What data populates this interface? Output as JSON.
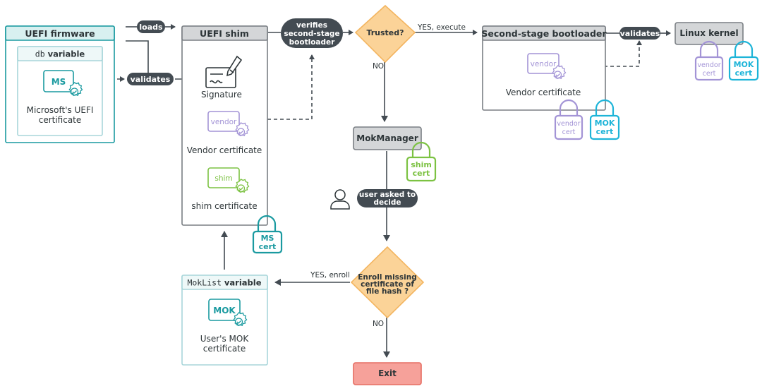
{
  "uefi_firmware": {
    "title": "UEFI firmware"
  },
  "db_box": {
    "var_name": "db",
    "var_suffix": "variable",
    "badge": "MS",
    "caption_line1": "Microsoft's UEFI",
    "caption_line2": "certificate"
  },
  "pills": {
    "loads": "loads",
    "validates_left": "validates",
    "verifies_line1": "verifies",
    "verifies_line2": "second-stage",
    "verifies_line3": "bootloader",
    "validates_right": "validates",
    "user_asked_line1": "user asked to",
    "user_asked_line2": "decide"
  },
  "shim": {
    "title": "UEFI shim",
    "signature": "Signature",
    "vendor_badge": "vendor",
    "vendor_caption": "Vendor certificate",
    "shim_badge": "shim",
    "shim_caption": "shim certificate"
  },
  "locks": {
    "ms_line1": "MS",
    "ms_line2": "cert",
    "shim_line1": "shim",
    "shim_line2": "cert",
    "vendor_line1": "vendor",
    "vendor_line2": "cert",
    "mok_line1": "MOK",
    "mok_line2": "cert"
  },
  "trusted": {
    "label": "Trusted?",
    "yes": "YES, execute",
    "no": "NO"
  },
  "bootloader": {
    "title": "Second-stage bootloader",
    "vendor_badge": "vendor",
    "vendor_caption": "Vendor certificate"
  },
  "kernel": {
    "title": "Linux kernel"
  },
  "mokmanager": {
    "title": "MokManager"
  },
  "enroll": {
    "line1": "Enroll missing",
    "line2": "certificate of",
    "line3": "file hash ?",
    "yes": "YES, enroll",
    "no": "NO"
  },
  "moklist": {
    "var_name": "MokList",
    "var_suffix": "variable",
    "badge": "MOK",
    "caption_line1": "User's MOK",
    "caption_line2": "certificate"
  },
  "exit": {
    "label": "Exit"
  },
  "colors": {
    "teal": "#1a9aa0",
    "cyan": "#1db4d8",
    "purple": "#a394d6",
    "green": "#7cc242",
    "dark": "#434b52",
    "orange": "#fbd398",
    "red": "#f6a19a",
    "grey": "#d4d6d8"
  }
}
